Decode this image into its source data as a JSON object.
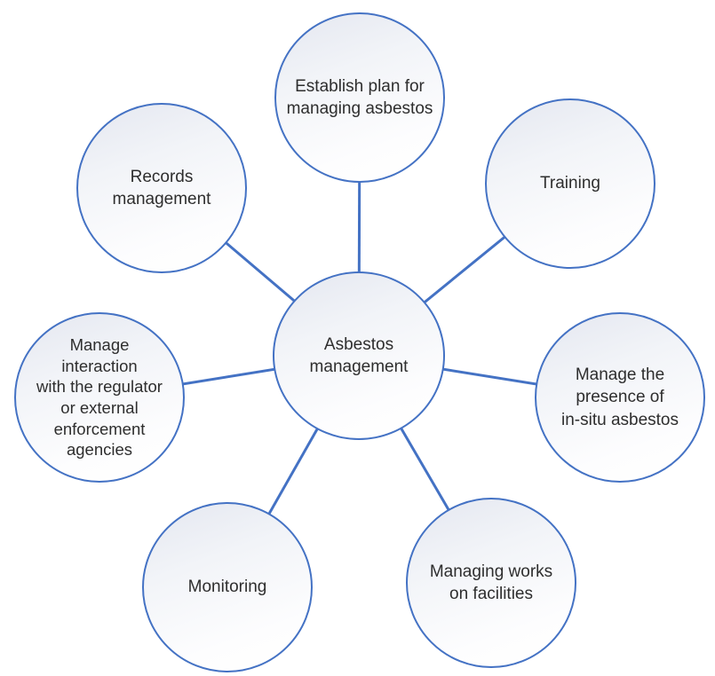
{
  "diagram": {
    "type": "radial-hub-spoke",
    "colors": {
      "node_border": "#4472C4",
      "connector": "#4472C4",
      "fill_gradient_top": "#e4e7f0",
      "fill_gradient_bottom": "#ffffff",
      "text": "#2e2e2e",
      "background": "#ffffff"
    },
    "center": {
      "id": "asbestos-management",
      "label": "Asbestos\nmanagement"
    },
    "nodes": [
      {
        "id": "establish-plan",
        "label": "Establish plan for\nmanaging asbestos"
      },
      {
        "id": "training",
        "label": "Training"
      },
      {
        "id": "manage-presence",
        "label": "Manage the\npresence of\nin-situ asbestos"
      },
      {
        "id": "managing-works",
        "label": "Managing works\non facilities"
      },
      {
        "id": "monitoring",
        "label": "Monitoring"
      },
      {
        "id": "manage-interaction",
        "label": "Manage\ninteraction\nwith the regulator\nor external\nenforcement\nagencies"
      },
      {
        "id": "records-management",
        "label": "Records\nmanagement"
      }
    ]
  }
}
